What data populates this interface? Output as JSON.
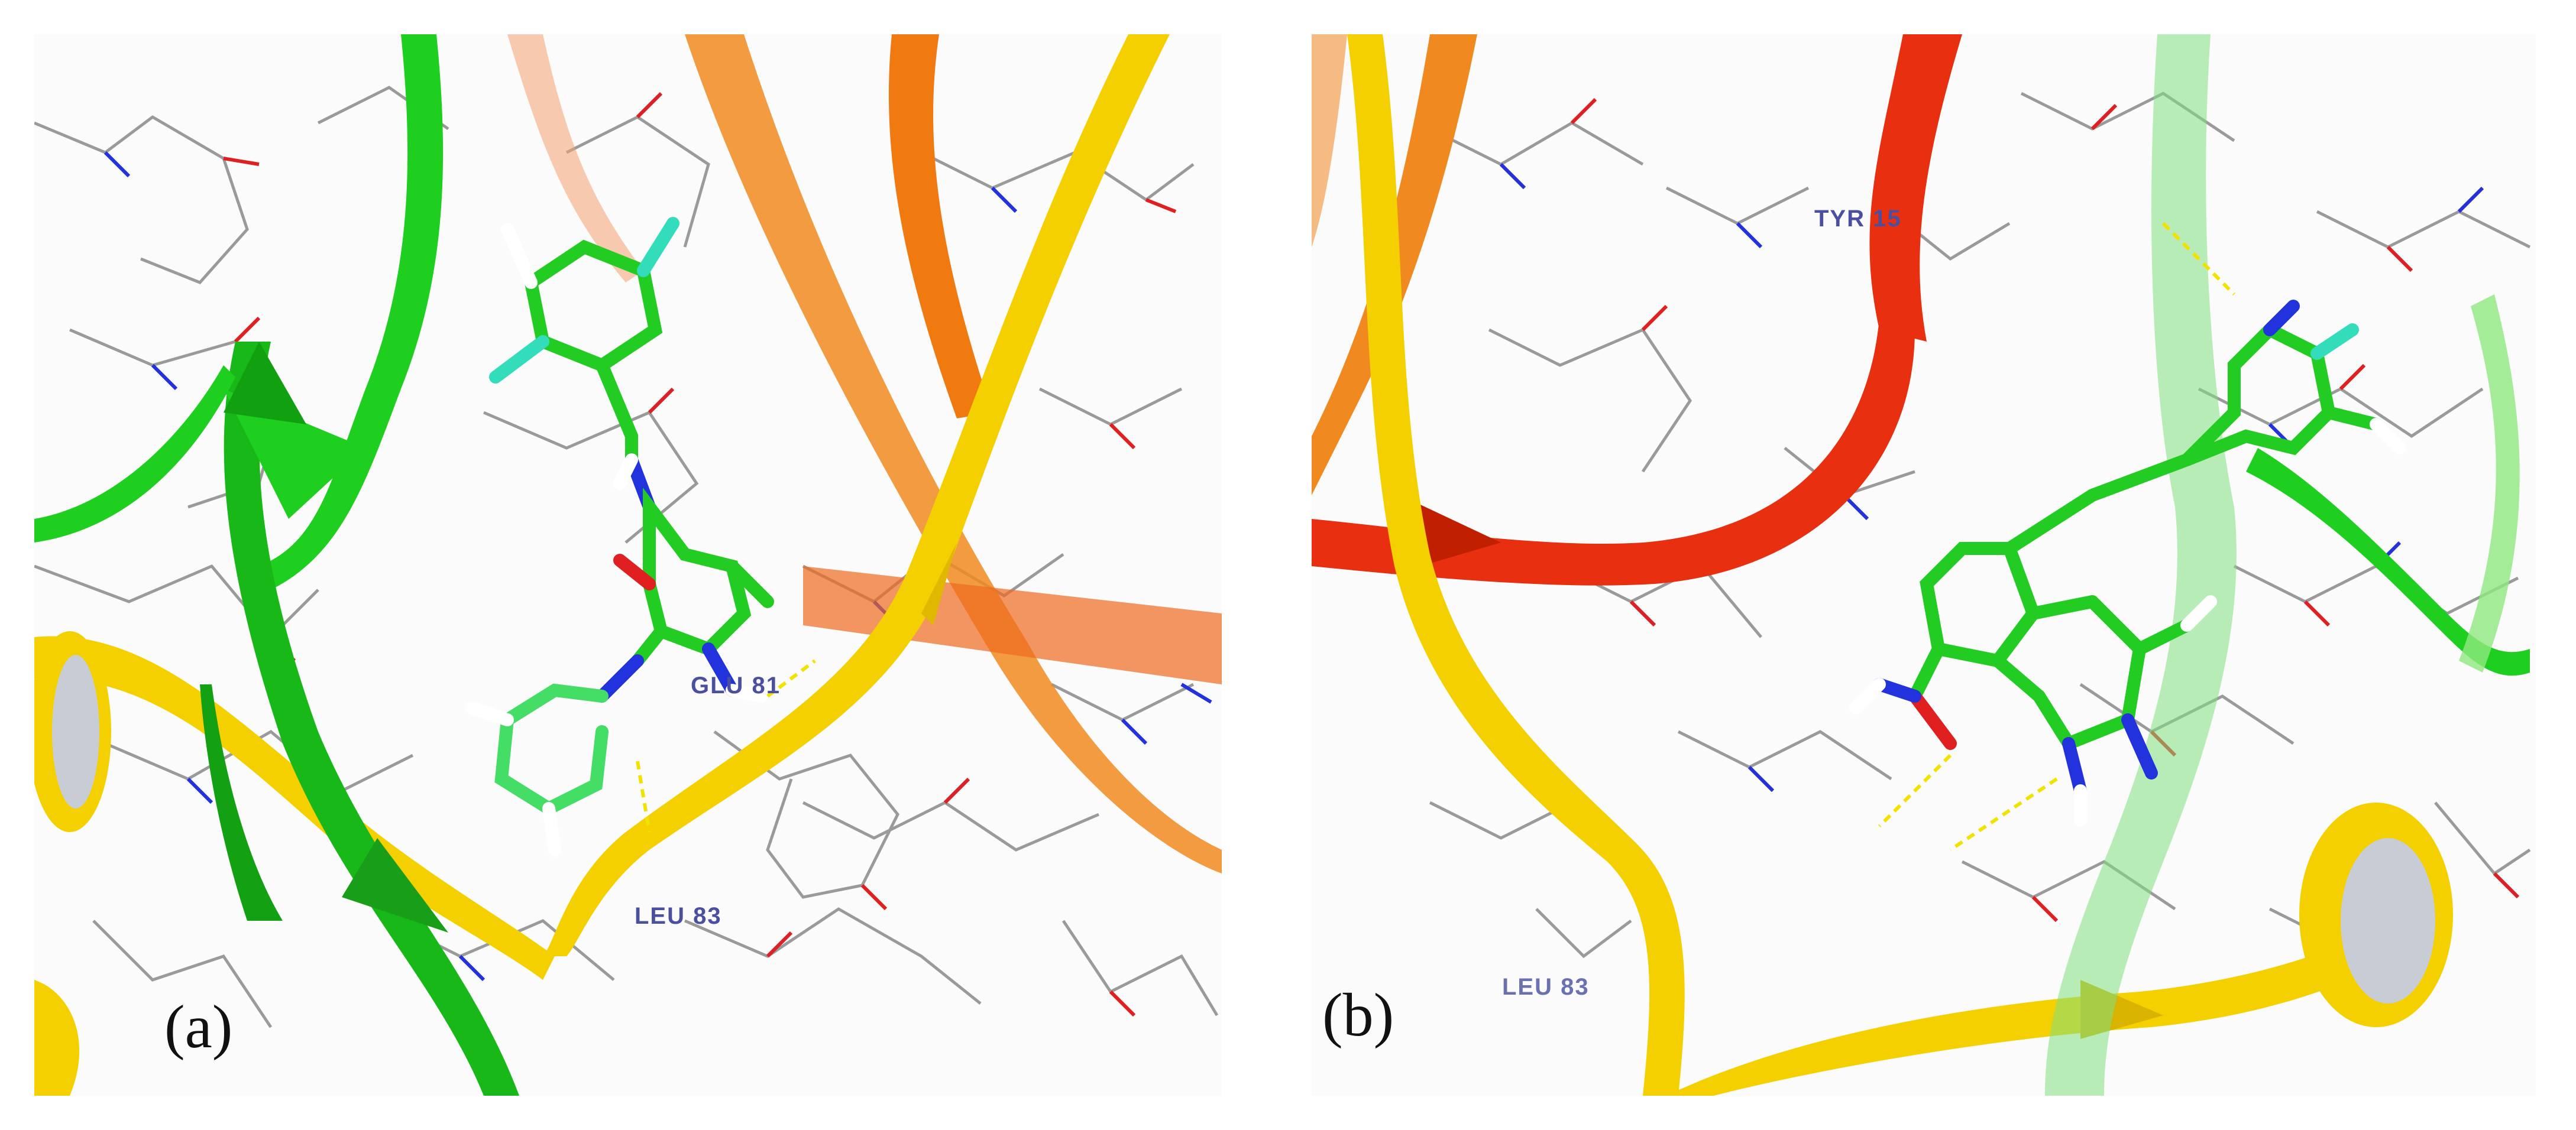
{
  "colors": {
    "background": "#ffffff",
    "carbon_green": "#22cc22",
    "carbon_gray": "#9a9a9a",
    "nitrogen_blue": "#2233dd",
    "oxygen_red": "#e02020",
    "fluorine_cyan": "#33ddbb",
    "sulfur_yellow": "#e8e060",
    "hbond_yellow": "#f2e200",
    "ribbon_green": "#1fcf1f",
    "ribbon_yellow": "#f5d000",
    "ribbon_orange": "#f08a20",
    "ribbon_red": "#e83010",
    "label_blue": "#4a4fa0"
  },
  "panel_a": {
    "letter": "(a)",
    "residues": [
      "GLU  81",
      "LEU  83"
    ]
  },
  "panel_b": {
    "letter": "(b)",
    "residues": [
      "TYR  15",
      "LEU  83"
    ]
  }
}
